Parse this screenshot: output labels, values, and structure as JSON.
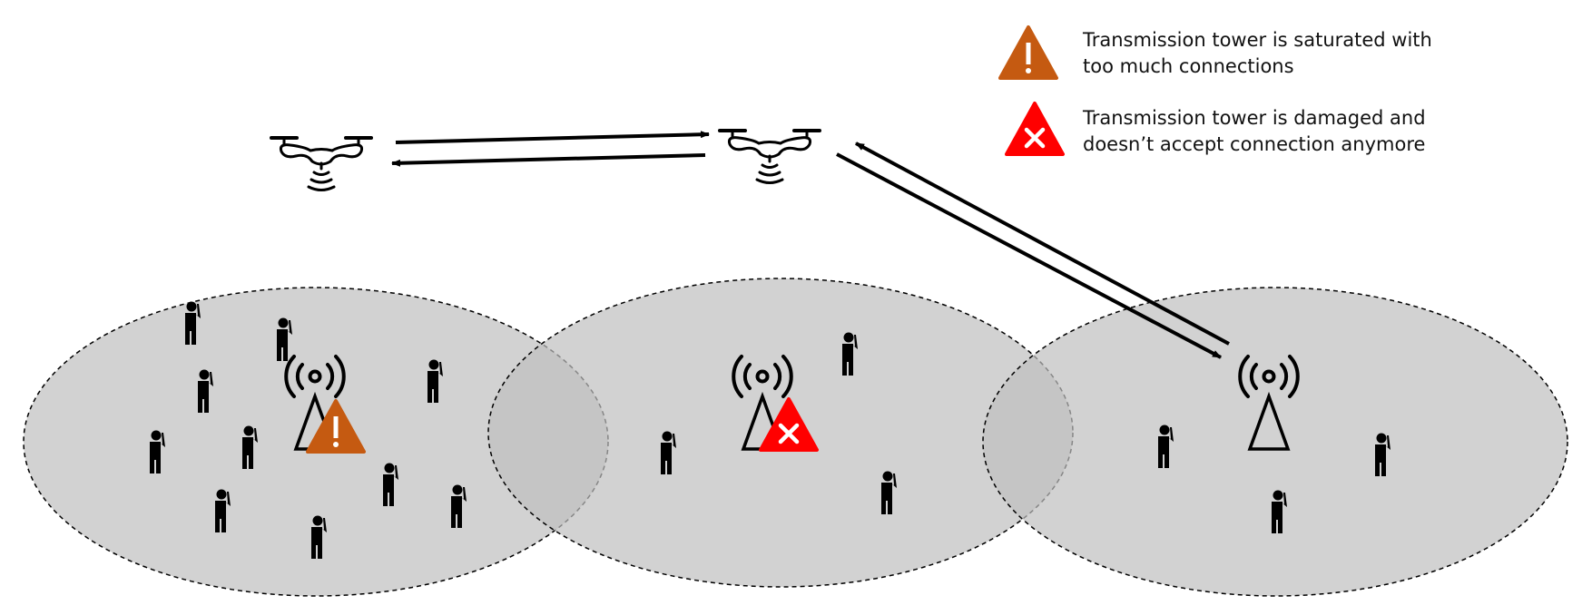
{
  "legend": {
    "saturated": {
      "line1": "Transmission tower is saturated with",
      "line2": "too much connections",
      "symbol": "!",
      "color": "#c55a11",
      "icon": "warning-triangle-icon"
    },
    "damaged": {
      "line1": "Transmission tower is damaged and",
      "line2": "doesn’t accept connection anymore",
      "symbol": "✕",
      "color": "#ff0000",
      "icon": "error-triangle-icon"
    }
  },
  "colors": {
    "zone_fill": "#bfbfbf",
    "stroke": "#000000"
  },
  "icons": {
    "drone": "drone-icon",
    "tower": "transmission-tower-icon",
    "person": "person-on-phone-icon"
  }
}
